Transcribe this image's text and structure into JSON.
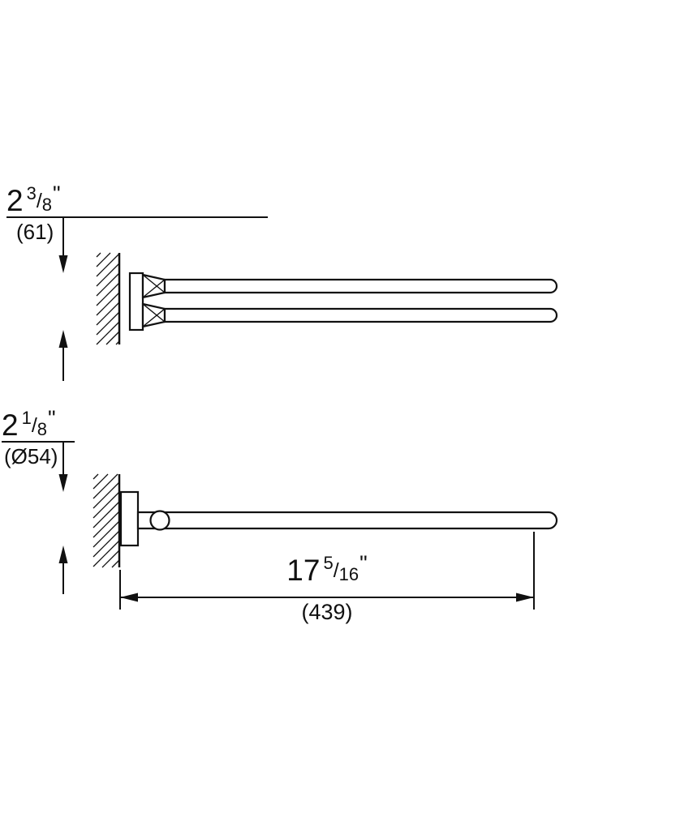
{
  "colors": {
    "line": "#111111",
    "background": "#ffffff"
  },
  "symbols": {
    "fraction_slash": "/"
  },
  "views": {
    "top": {
      "height_dim": {
        "whole": "2",
        "numerator": "3",
        "denominator": "8",
        "unit": "\"",
        "metric": "(61)"
      }
    },
    "side": {
      "diameter_dim": {
        "whole": "2",
        "numerator": "1",
        "denominator": "8",
        "unit": "\"",
        "metric": "(Ø54)"
      },
      "length_dim": {
        "whole": "17",
        "numerator": "5",
        "denominator": "16",
        "unit": "\"",
        "metric": "(439)"
      }
    }
  }
}
